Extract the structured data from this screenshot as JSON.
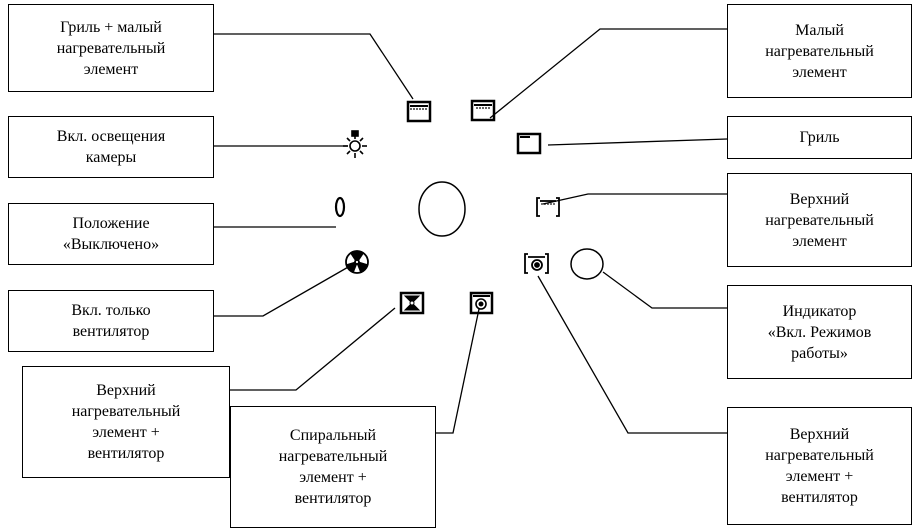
{
  "labels": {
    "grill_small": "Гриль + малый\nнагревательный\nэлемент",
    "light": "Вкл. освещения\nкамеры",
    "off": "Положение\n«Выключено»",
    "fan_only": "Вкл. только\nвентилятор",
    "top_fan_left": "Верхний\nнагревательный\nэлемент +\nвентилятор",
    "spiral_fan": "Спиральный\nнагревательный\nэлемент +\nвентилятор",
    "small_heater": "Малый\nнагревательный\nэлемент",
    "grill": "Гриль",
    "top_heater": "Верхний\nнагревательный\nэлемент",
    "indicator": "Индикатор\n«Вкл. Режимов\nработы»",
    "top_fan_right": "Верхний\nнагревательный\nэлемент +\nвентилятор"
  },
  "icons": {
    "grill_small": "grill-small-heater-icon",
    "small_heater": "small-heater-icon",
    "grill": "grill-icon",
    "light": "lamp-icon",
    "off": "off-position-icon",
    "knob": "mode-knob",
    "top_heater": "top-heater-icon",
    "indicator": "indicator-lamp",
    "top_fan_right": "top-heater-fan-icon",
    "fan_only": "fan-icon",
    "top_fan_left": "top-heater-fan-square-icon",
    "spiral_fan": "spiral-heater-fan-icon"
  },
  "colors": {
    "line": "#000000",
    "background": "#ffffff"
  }
}
